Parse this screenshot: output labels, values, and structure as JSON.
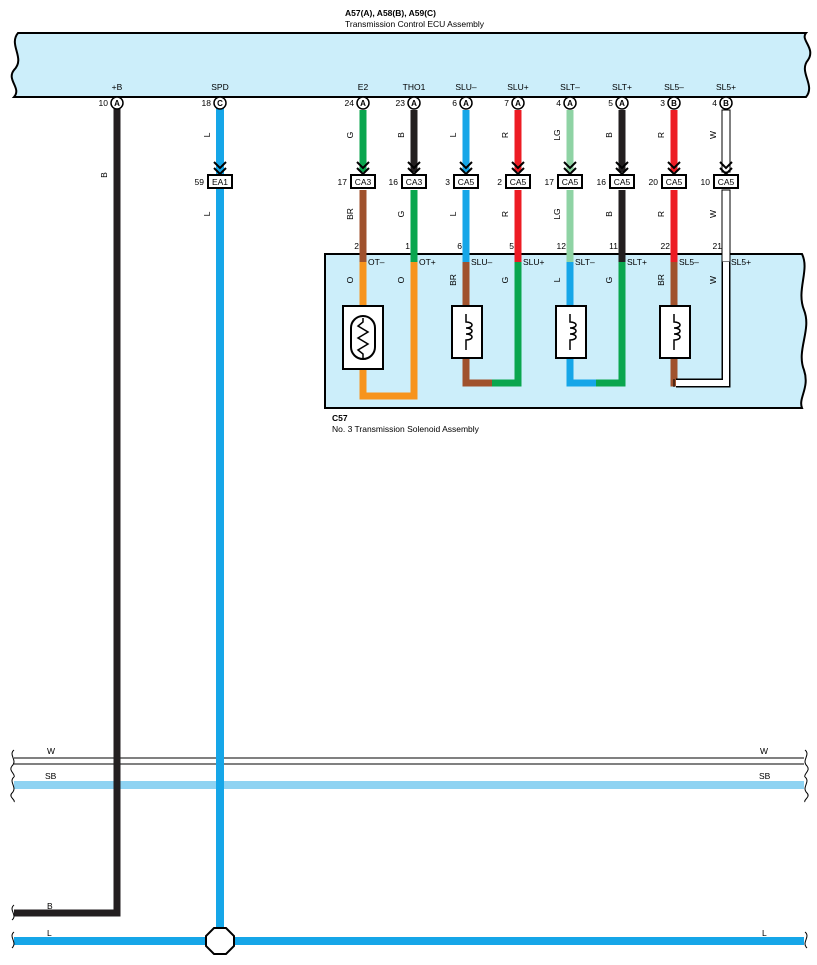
{
  "ecu": {
    "ids": "A57(A), A58(B), A59(C)",
    "name": "Transmission Control ECU Assembly",
    "pins": [
      {
        "label": "+B",
        "num": "10",
        "letter": "A"
      },
      {
        "label": "SPD",
        "num": "18",
        "letter": "C"
      },
      {
        "label": "E2",
        "num": "24",
        "letter": "A"
      },
      {
        "label": "THO1",
        "num": "23",
        "letter": "A"
      },
      {
        "label": "SLU–",
        "num": "6",
        "letter": "A"
      },
      {
        "label": "SLU+",
        "num": "7",
        "letter": "A"
      },
      {
        "label": "SLT–",
        "num": "4",
        "letter": "A"
      },
      {
        "label": "SLT+",
        "num": "5",
        "letter": "A"
      },
      {
        "label": "SL5–",
        "num": "3",
        "letter": "B"
      },
      {
        "label": "SL5+",
        "num": "4",
        "letter": "B"
      }
    ]
  },
  "upper_wire_colors": [
    "B",
    "L",
    "G",
    "B",
    "L",
    "R",
    "LG",
    "B",
    "R",
    "W"
  ],
  "junctions": [
    {
      "num": "59",
      "id": "EA1"
    },
    {
      "num": "17",
      "id": "CA3"
    },
    {
      "num": "16",
      "id": "CA3"
    },
    {
      "num": "3",
      "id": "CA5"
    },
    {
      "num": "2",
      "id": "CA5"
    },
    {
      "num": "17",
      "id": "CA5"
    },
    {
      "num": "16",
      "id": "CA5"
    },
    {
      "num": "20",
      "id": "CA5"
    },
    {
      "num": "10",
      "id": "CA5"
    }
  ],
  "lower_wire_colors": [
    "L",
    "BR",
    "G",
    "L",
    "R",
    "LG",
    "B",
    "R",
    "W"
  ],
  "solenoid": {
    "id": "C57",
    "name": "No.  3 Transmission Solenoid Assembly",
    "pin_nums": [
      "2",
      "1",
      "6",
      "5",
      "12",
      "11",
      "22",
      "21"
    ],
    "pin_labels": [
      "OT–",
      "OT+",
      "SLU–",
      "SLU+",
      "SLT–",
      "SLT+",
      "SL5–",
      "SL5+"
    ],
    "inner_wire_colors": [
      "O",
      "O",
      "BR",
      "G",
      "L",
      "G",
      "BR",
      "W"
    ]
  },
  "bus": {
    "w_label": "W",
    "sb_label": "SB",
    "b_label": "B",
    "l_label": "L"
  },
  "colors": {
    "ecu_fill": "#cceefa",
    "black": "#231f20",
    "blue": "#16a6e8",
    "green": "#0aa64e",
    "red": "#ed1c24",
    "light_green": "#8fd3a4",
    "brown": "#a0522d",
    "orange": "#f7941d",
    "sky_blue": "#8fd3f2"
  }
}
